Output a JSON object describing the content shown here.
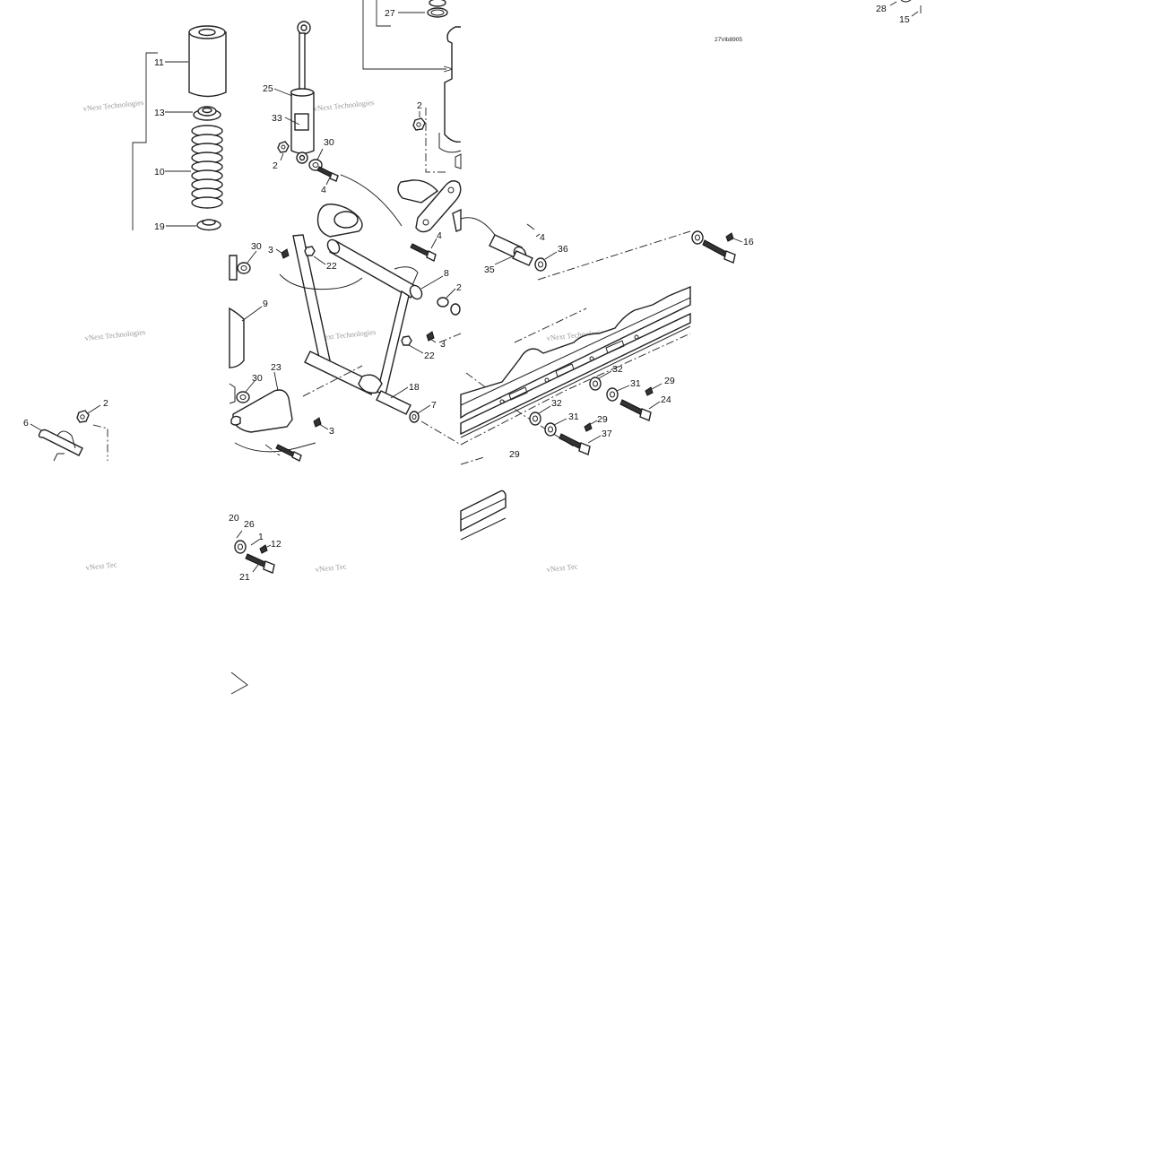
{
  "drawing_code": "27Vib8905",
  "watermark": "vNext Technologies",
  "watermark_partial": "vNext Tec",
  "labels": {
    "n1": "1",
    "n2": "2",
    "n3": "3",
    "n4": "4",
    "n6": "6",
    "n7": "7",
    "n8": "8",
    "n9": "9",
    "n10": "10",
    "n11": "11",
    "n12": "12",
    "n13": "13",
    "n15": "15",
    "n16": "16",
    "n18": "18",
    "n19": "19",
    "n20": "20",
    "n21": "21",
    "n22": "22",
    "n23": "23",
    "n24": "24",
    "n25": "25",
    "n26": "26",
    "n27": "27",
    "n28": "28",
    "n29": "29",
    "n30": "30",
    "n31": "31",
    "n32": "32",
    "n33": "33",
    "n35": "35",
    "n36": "36",
    "n37": "37"
  }
}
